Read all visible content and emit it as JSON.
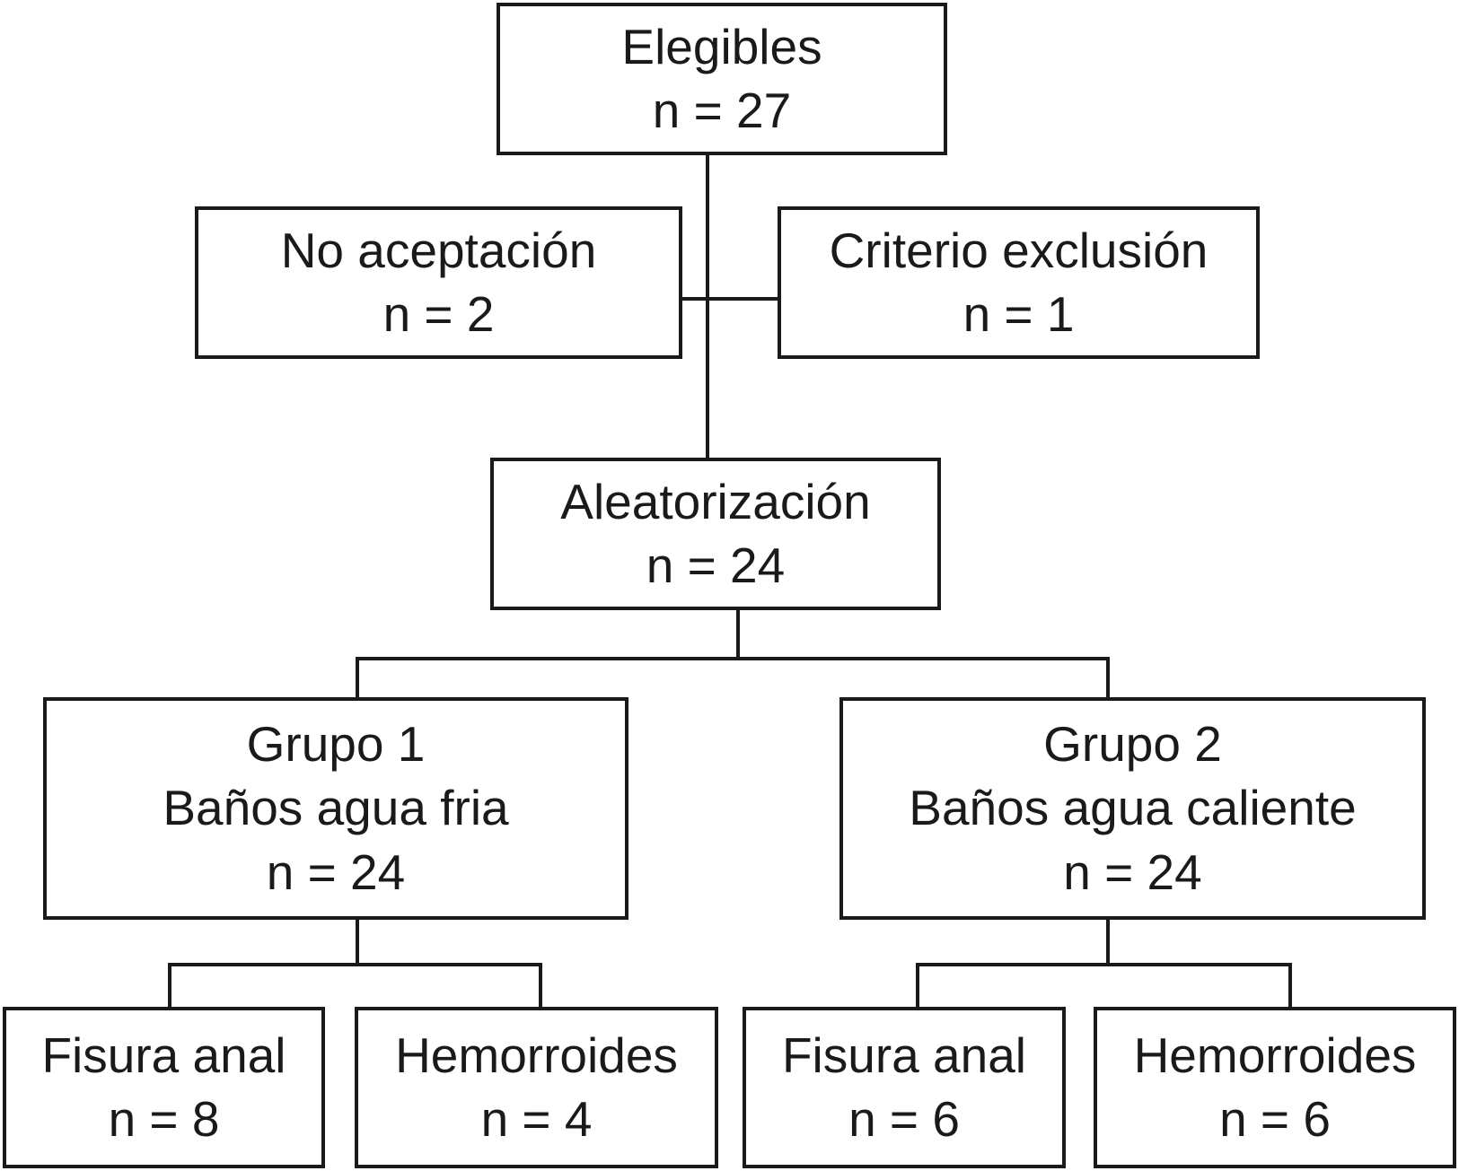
{
  "diagram": {
    "type": "flowchart",
    "language": "es",
    "colors": {
      "line": "#1a1a1a",
      "text": "#1a1a1a",
      "box_fill": "#ffffff",
      "background": "#ffffff"
    },
    "nodes": {
      "elegibles": {
        "label": "Elegibles",
        "n": "n = 27"
      },
      "no_aceptacion": {
        "label": "No aceptación",
        "n": "n = 2"
      },
      "criterio_exclusion": {
        "label": "Criterio exclusión",
        "n": "n = 1"
      },
      "aleatorizacion": {
        "label": "Aleatorización",
        "n": "n = 24"
      },
      "grupo1": {
        "label": "Grupo 1",
        "sublabel": "Baños agua fria",
        "n": "n = 24"
      },
      "grupo2": {
        "label": "Grupo 2",
        "sublabel": "Baños agua caliente",
        "n": "n = 24"
      },
      "grupo1_fisura": {
        "label": "Fisura anal",
        "n": "n = 8"
      },
      "grupo1_hemorroides": {
        "label": "Hemorroides",
        "n": "n = 4"
      },
      "grupo2_fisura": {
        "label": "Fisura anal",
        "n": "n = 6"
      },
      "grupo2_hemorroides": {
        "label": "Hemorroides",
        "n": "n = 6"
      }
    },
    "edges": [
      [
        "elegibles",
        "no_aceptacion"
      ],
      [
        "elegibles",
        "criterio_exclusion"
      ],
      [
        "elegibles",
        "aleatorizacion"
      ],
      [
        "aleatorizacion",
        "grupo1"
      ],
      [
        "aleatorizacion",
        "grupo2"
      ],
      [
        "grupo1",
        "grupo1_fisura"
      ],
      [
        "grupo1",
        "grupo1_hemorroides"
      ],
      [
        "grupo2",
        "grupo2_fisura"
      ],
      [
        "grupo2",
        "grupo2_hemorroides"
      ]
    ]
  }
}
